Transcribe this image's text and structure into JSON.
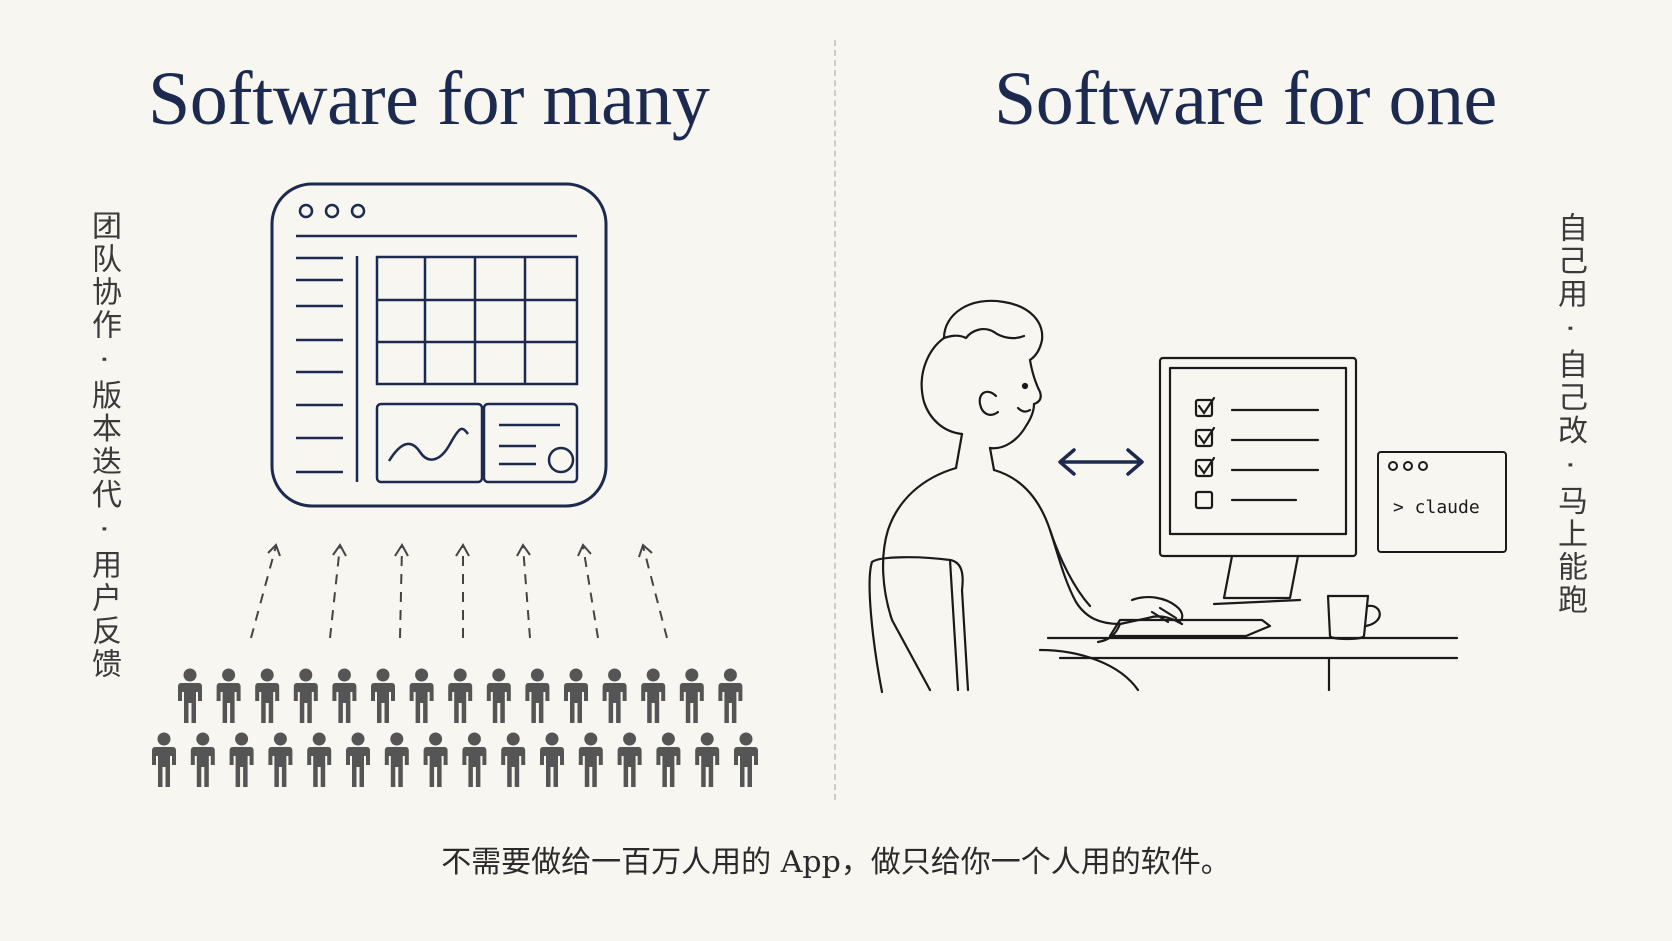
{
  "left": {
    "title": "Software for many",
    "side_text": "团队协作 · 版本迭代 · 用户反馈"
  },
  "right": {
    "title": "Software for one",
    "side_text": "自己用 · 自己改 · 马上能跑",
    "terminal_prompt": "> claude"
  },
  "caption": "不需要做给一百万人用的 App，做只给你一个人用的软件。",
  "colors": {
    "navy": "#1c2a4f",
    "people": "#555555",
    "background": "#f8f6f0"
  }
}
